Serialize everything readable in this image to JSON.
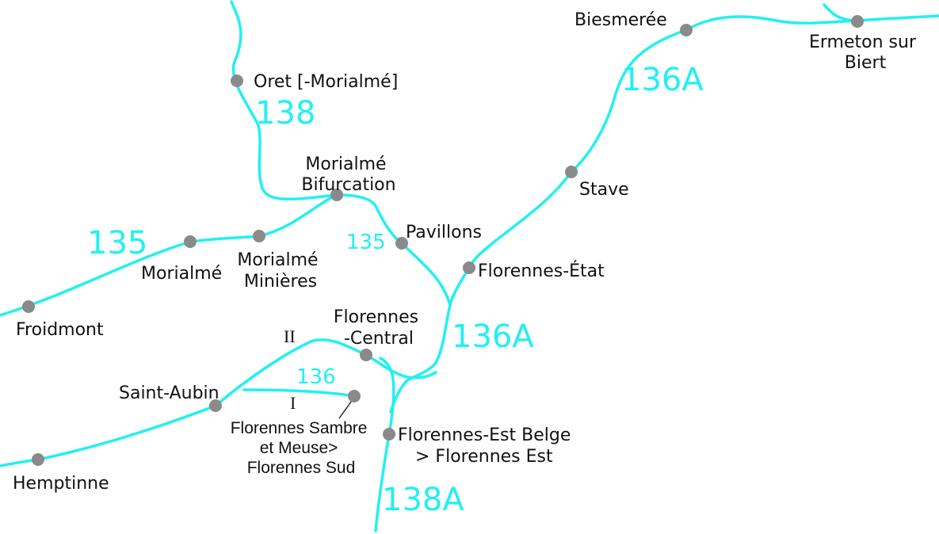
{
  "map": {
    "line_color": "#22f0f0",
    "station_color": "#8a8a8a",
    "lines": [
      "138",
      "136A",
      "135",
      "136",
      "138A"
    ],
    "line_labels": {
      "l138": "138",
      "l136a_north": "136A",
      "l135_west": "135",
      "l135_branch": "135",
      "l136a_south": "136A",
      "l136": "136",
      "l138a": "138A"
    },
    "track_labels": {
      "track_ii": "II",
      "track_i": "I"
    },
    "stations": {
      "oret": [
        "Oret [-Morialmé]"
      ],
      "biesmeree": [
        "Biesmerée"
      ],
      "ermeton": [
        "Ermeton sur",
        "Biert"
      ],
      "morialme_bifurcation": [
        "Morialmé",
        "Bifurcation"
      ],
      "stave": [
        "Stave"
      ],
      "pavillons": [
        "Pavillons"
      ],
      "morialme": [
        "Morialmé"
      ],
      "morialme_minieres": [
        "Morialmé",
        "Minières"
      ],
      "florennes_etat": [
        "Florennes-État"
      ],
      "froidmont": [
        "Froidmont"
      ],
      "florennes_central": [
        "Florennes",
        "-Central"
      ],
      "saint_aubin": [
        "Saint-Aubin"
      ],
      "florennes_sud": [
        "Florennes Sambre",
        "et Meuse>",
        "Florennes Sud"
      ],
      "florennes_est": [
        "Florennes-Est Belge",
        "> Florennes Est"
      ],
      "hemptinne": [
        "Hemptinne"
      ]
    }
  }
}
